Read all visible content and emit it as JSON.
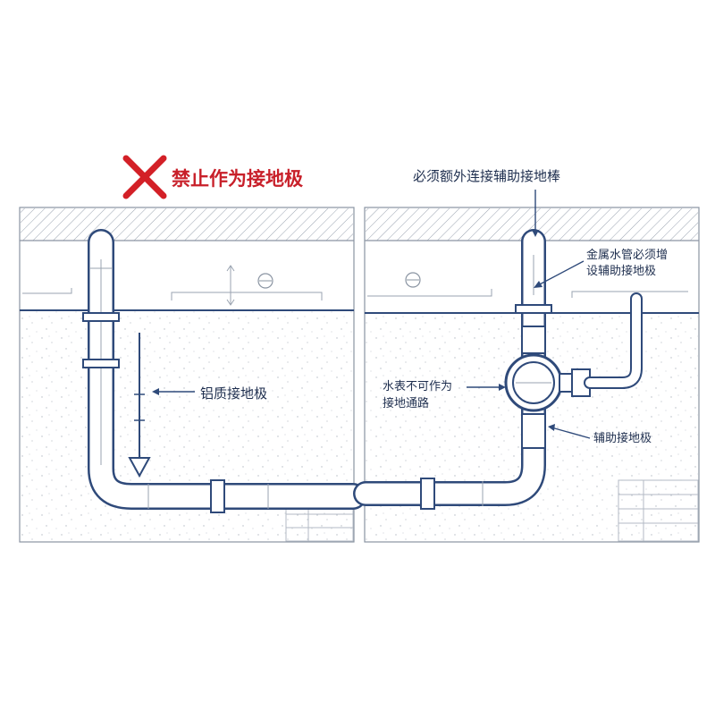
{
  "left_panel": {
    "title": "禁止作为接地极",
    "rod_label": "铝质接地极",
    "status_icon": "red-x-icon",
    "status_color": "#d32027"
  },
  "right_panel": {
    "title": "必须额外连接辅助接地棒",
    "pipe_note_line1": "金属水管必须增",
    "pipe_note_line2": "设辅助接地极",
    "meter_note_line1": "水表不可作为",
    "meter_note_line2": "接地通路",
    "aux_label": "辅助接地极"
  },
  "colors": {
    "pipe": "#2f4a7a",
    "text": "#1f2f4f",
    "warning": "#d32027",
    "line": "#7c8aa0"
  }
}
